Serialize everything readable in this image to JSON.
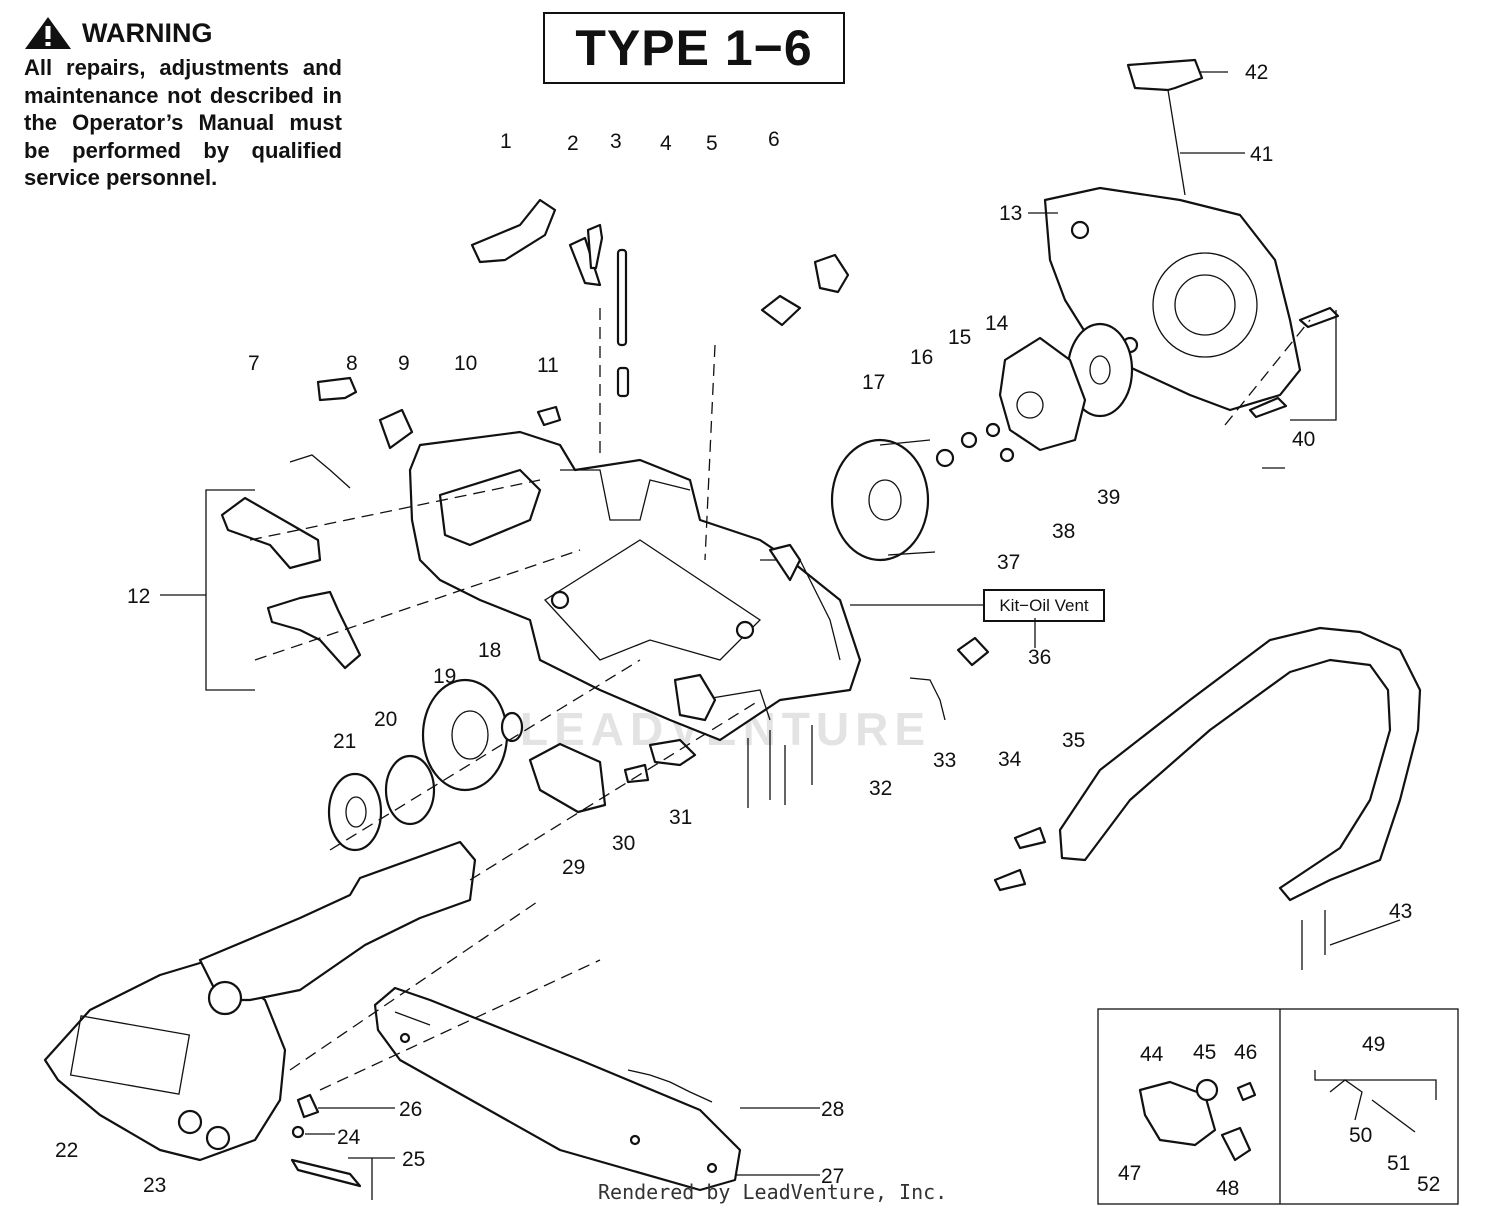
{
  "warning": {
    "heading": "WARNING",
    "text": "All repairs, adjustments and maintenance not described in the Operator’s Manual must be performed by qualified service personnel."
  },
  "title": "TYPE 1−6",
  "kit_label": "Kit−Oil Vent",
  "footer": "Rendered by LeadVenture, Inc.",
  "watermark": "LEADVENTURE",
  "callouts": [
    "1",
    "2",
    "3",
    "4",
    "5",
    "6",
    "7",
    "8",
    "9",
    "10",
    "11",
    "12",
    "13",
    "14",
    "15",
    "16",
    "17",
    "18",
    "19",
    "20",
    "21",
    "22",
    "23",
    "24",
    "25",
    "26",
    "27",
    "28",
    "29",
    "30",
    "31",
    "32",
    "33",
    "34",
    "35",
    "36",
    "37",
    "38",
    "39",
    "40",
    "41",
    "42",
    "43",
    "44",
    "45",
    "46",
    "47",
    "48",
    "49",
    "50",
    "51",
    "52"
  ]
}
